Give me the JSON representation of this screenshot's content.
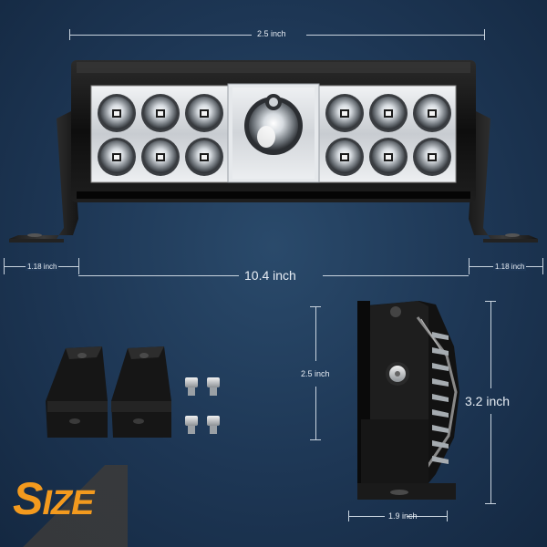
{
  "dimensions": {
    "top_width": "2.5 inch",
    "overall_length": "10.4 inch",
    "left_bracket": "1.18 inch",
    "right_bracket": "1.18 inch",
    "side_height": "2.5 inch",
    "total_height": "3.2 inch",
    "depth": "1.9 inch"
  },
  "badge": {
    "first_letter": "S",
    "rest": "IZE"
  },
  "colors": {
    "background": "#1d3654",
    "accent": "#f39a1e",
    "dimension_line": "#c9d4df"
  }
}
